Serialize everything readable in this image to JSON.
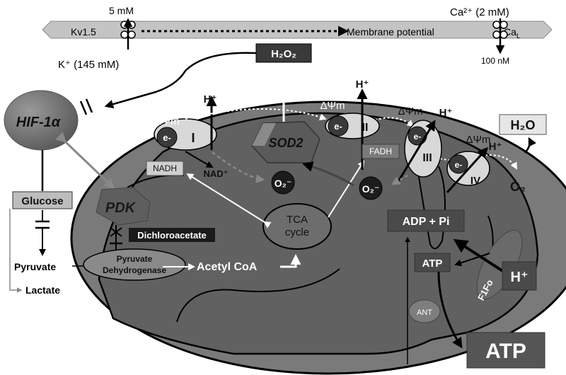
{
  "membrane": {
    "k_out": "5 mM",
    "kv_channel": "Kv1.5",
    "k_in": "K⁺ (145 mM)",
    "membrane_potential": "Membrane potential",
    "ca_out": "Ca²⁺ (2 mM)",
    "ca_channel": "Ca",
    "ca_channel_sub": "L",
    "ca_in": "100 nM"
  },
  "h2o2": "H₂O₂",
  "hif": "HIF-1α",
  "pdk": "PDK",
  "sod2": "SOD2",
  "glycolysis": {
    "glucose": "Glucose",
    "pyruvate": "Pyruvate",
    "lactate": "Lactate"
  },
  "inhibitor": "Dichloroacetate",
  "pdh": {
    "line1": "Pyruvate",
    "line2": "Dehydrogenase"
  },
  "acetyl_coa": "Acetyl CoA",
  "tca": {
    "line1": "TCA",
    "line2": "cycle"
  },
  "etc": {
    "delta_psi": "ΔΨm",
    "h_plus": "H⁺",
    "electron": "e-",
    "complex_1": "I",
    "complex_2": "II",
    "complex_3": "III",
    "complex_4": "IV",
    "nadh": "NADH",
    "nad_plus": "NAD⁺",
    "fadh": "FADH",
    "superoxide": "O₂⁻",
    "oxygen": "O₂",
    "water": "H₂O"
  },
  "atp_synthase": {
    "adp_pi": "ADP + Pi",
    "atp_inner": "ATP",
    "f1fo": "F1Fo",
    "h_plus": "H⁺",
    "ant": "ANT",
    "atp_out": "ATP"
  },
  "colors": {
    "mito_outer": "#7a7a7a",
    "matrix": "#616161",
    "membrane_bar": "#c4c4c4",
    "dark_label": "#454545",
    "oxidant": "#1c1c1c"
  }
}
